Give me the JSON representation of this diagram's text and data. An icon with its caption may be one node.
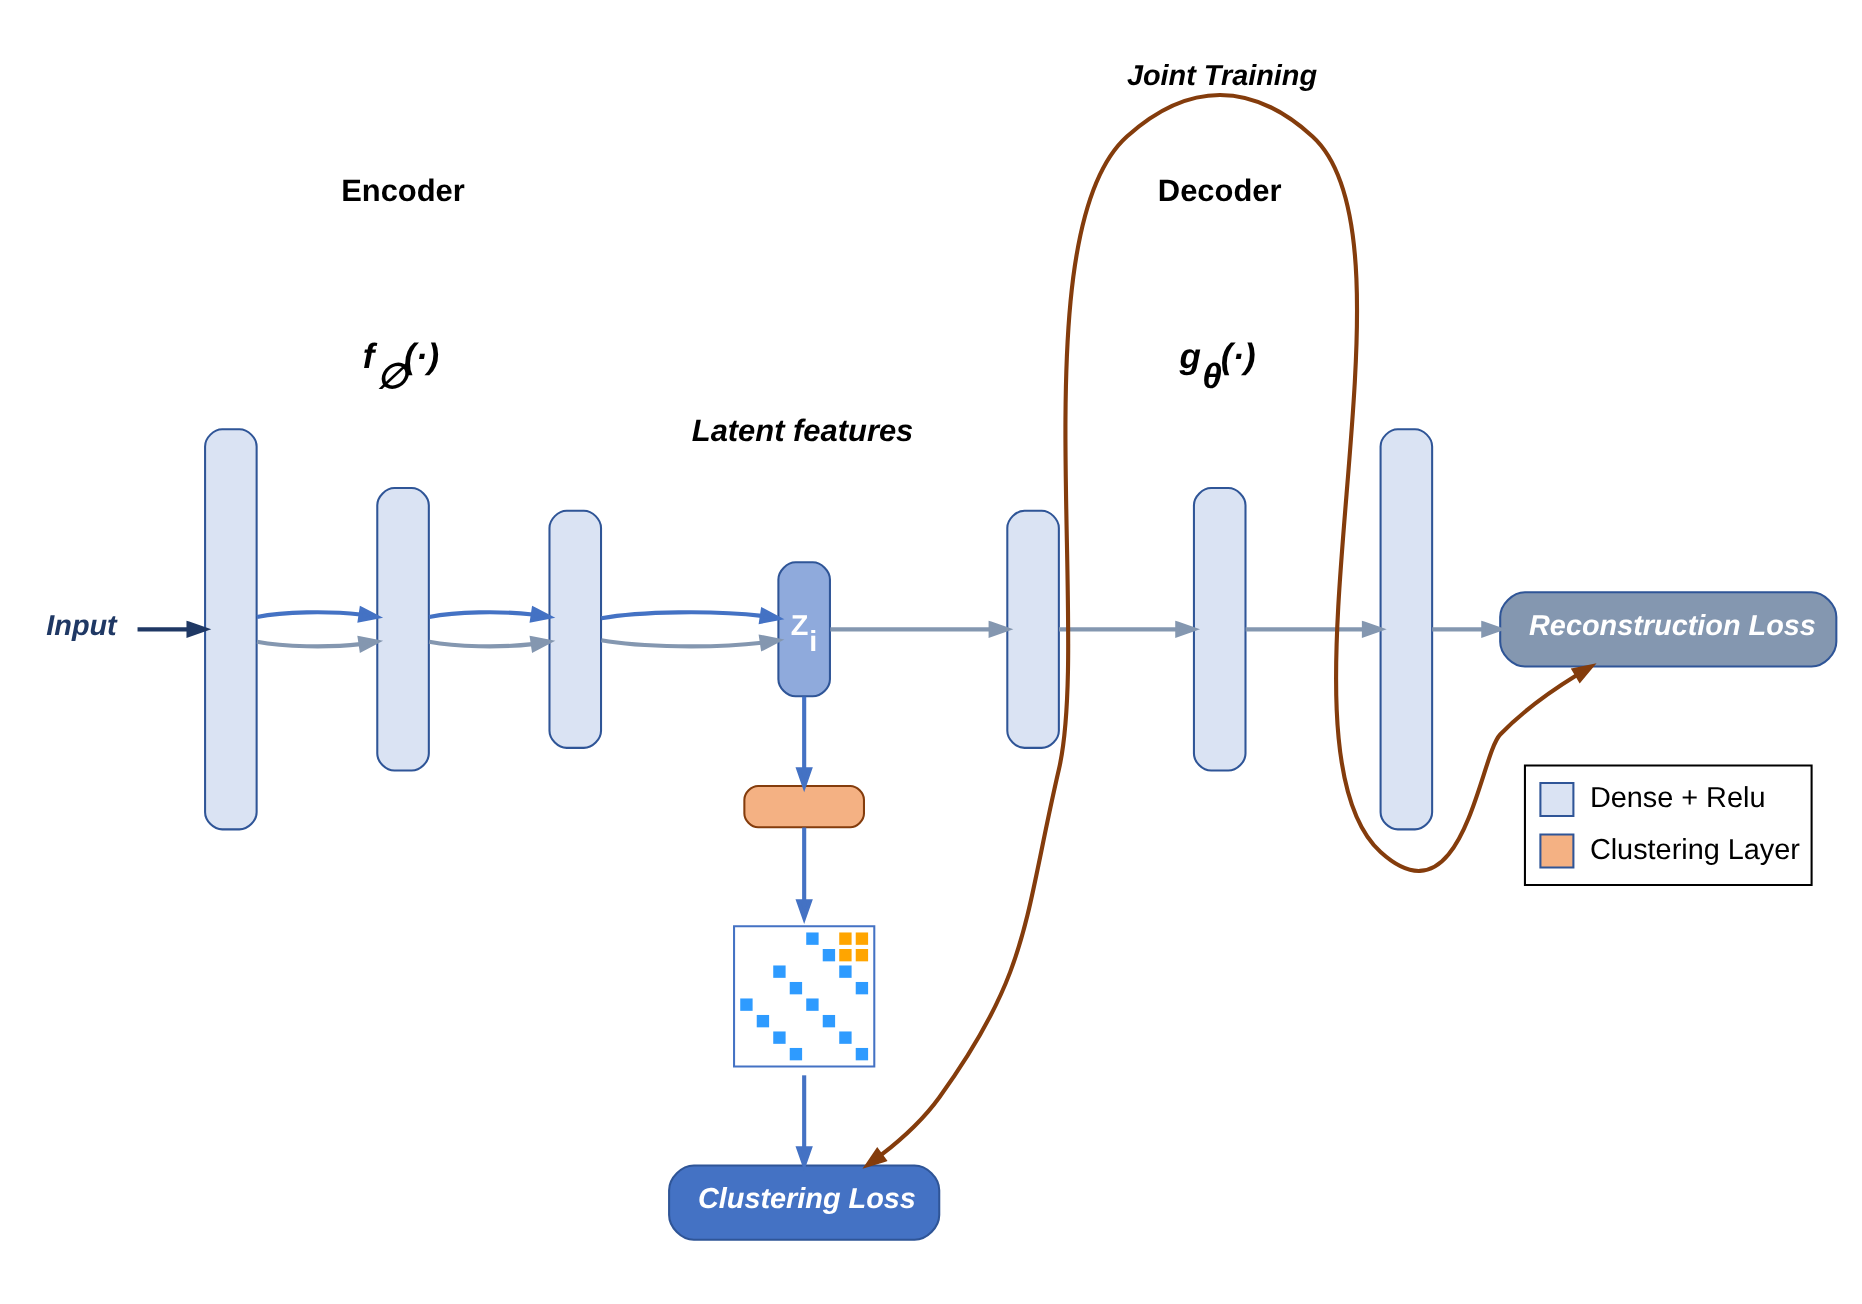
{
  "diagram": {
    "nodes": [
      {
        "text": [
          "Input"
        ]
      },
      {
        "text": [],
        "shape": "box"
      },
      {
        "text": [],
        "shape": "box"
      },
      {
        "text": [],
        "shape": "box"
      },
      {
        "text": [
          "Z$_{i}$"
        ]
      },
      {
        "text": [],
        "shape": "box"
      },
      {
        "text": [],
        "shape": "box"
      },
      {
        "text": [],
        "shape": "box"
      },
      {
        "text": [
          "Reconstruction Loss"
        ]
      },
      {
        "text": [],
        "shape": "box"
      },
      {
        "text": [],
        "shape": "picture"
      },
      {
        "text": [
          "Clustering Loss"
        ]
      }
    ],
    "edges": [
      {
        "from": 0,
        "to": 1,
        "arrow": "to",
        "color": "#1f3864"
      },
      {
        "from": 1,
        "to": 2,
        "arrow": "to"
      },
      {
        "from": 1,
        "to": 2,
        "arrow": "to",
        "color": "#4472c4"
      },
      {
        "from": 2,
        "to": 3,
        "arrow": "to"
      },
      {
        "from": 2,
        "to": 3,
        "arrow": "to",
        "color": "#4472c4"
      },
      {
        "from": 3,
        "to": 4,
        "arrow": "to"
      },
      {
        "from": 3,
        "to": 4,
        "arrow": "to",
        "color": "#4472c4"
      },
      {
        "from": 4,
        "to": 5,
        "arrow": "to"
      },
      {
        "from": 5,
        "to": 6,
        "arrow": "to"
      },
      {
        "from": 6,
        "to": 7,
        "arrow": "to"
      },
      {
        "from": 7,
        "to": 8,
        "arrow": "to"
      },
      {
        "from": 4,
        "to": 9,
        "arrow": "to",
        "color": "#4472c4"
      },
      {
        "from": 9,
        "to": 10,
        "arrow": "to",
        "color": "#4472c4"
      },
      {
        "from": 10,
        "to": 11,
        "arrow": "to",
        "color": "#4472c4"
      },
      {
        "from": 8,
        "to": 11,
        "arrow": "both",
        "label": "Joint Training",
        "color": "#843c0c"
      }
    ],
    "labels": [
      "Encoder",
      "f$_{∅}$(·)",
      "Decoder",
      "g$_{θ}$(·)",
      "Latent features"
    ],
    "legend": [
      {
        "text": "Dense + Relu",
        "color": "#dae3f3"
      },
      {
        "text": "Clustering Layer",
        "color": "#f4b183"
      }
    ]
  }
}
